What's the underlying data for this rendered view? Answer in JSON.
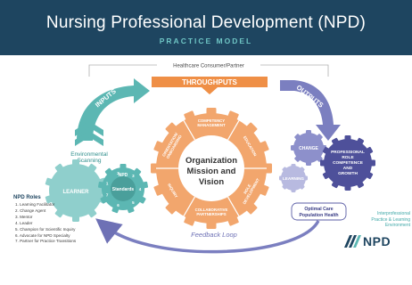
{
  "header": {
    "title": "Nursing Professional Development (NPD)",
    "subtitle": "PRACTICE MODEL"
  },
  "diagram": {
    "healthcare_label": "Healthcare Consumer/Partner",
    "inputs_label": "INPUTS",
    "throughputs_label": "THROUGHPUTS",
    "outputs_label": "OUTPUTS",
    "environmental_scanning": [
      "Environmental",
      "Scanning"
    ],
    "learner_label": "LEARNER",
    "npd_label": "NPD",
    "standards_label": "Standards",
    "small_gear_numbers": [
      "1",
      "2",
      "3",
      "4",
      "5",
      "6",
      "7"
    ],
    "center_label": [
      "Organization",
      "Mission and",
      "Vision"
    ],
    "big_gear_segments": [
      "COMPETENCY MANAGEMENT",
      "EDUCATION",
      "ROLE DEVELOPMENT",
      "COLLABORATIVE PARTNERSHIPS",
      "INQUIRY",
      "ORIENTATION/ ONBOARDING"
    ],
    "change_label": "CHANGE",
    "learning_label": "LEARNING",
    "professional_gear_label": [
      "PROFESSIONAL",
      "ROLE",
      "COMPETENCE",
      "AND",
      "GROWTH"
    ],
    "optimal_care": [
      "Optimal Care",
      "Population Health"
    ],
    "feedback_loop": "Feedback Loop"
  },
  "roles": {
    "title": "NPD Roles",
    "items": [
      "1. Learning Facilitator",
      "2. Change Agent",
      "3. Mentor",
      "4. Leader",
      "5. Champion for Scientific Inquiry",
      "6. Advocate for NPD Specialty",
      "7. Partner for Practice Transitions"
    ]
  },
  "interprofessional": [
    "Interprofessional",
    "Practice & Learning",
    "Environment"
  ],
  "logo": {
    "text": "NPD"
  },
  "colors": {
    "header_bg": "#1e4560",
    "teal": "#5cb7b3",
    "orange": "#ef9a5a",
    "purple": "#5b5ea6",
    "light_purple": "#9fa3d3"
  }
}
